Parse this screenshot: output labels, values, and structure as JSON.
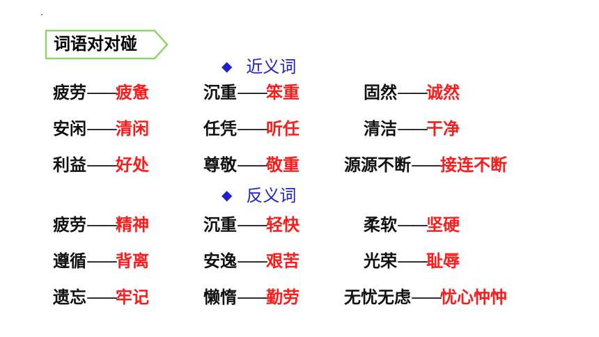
{
  "title": "词语对对碰",
  "synonyms": {
    "label": "近义词",
    "pairs": [
      {
        "word": "疲劳",
        "answer": "疲惫"
      },
      {
        "word": "沉重",
        "answer": "笨重"
      },
      {
        "word": "固然",
        "answer": "诚然"
      },
      {
        "word": "安闲",
        "answer": "清闲"
      },
      {
        "word": "任凭",
        "answer": "听任"
      },
      {
        "word": "清洁",
        "answer": "干净"
      },
      {
        "word": "利益",
        "answer": "好处"
      },
      {
        "word": "尊敬",
        "answer": "敬重"
      },
      {
        "word": "源源不断",
        "answer": "接连不断"
      }
    ]
  },
  "antonyms": {
    "label": "反义词",
    "pairs": [
      {
        "word": "疲劳",
        "answer": "精神"
      },
      {
        "word": "沉重",
        "answer": "轻快"
      },
      {
        "word": "柔软",
        "answer": "坚硬"
      },
      {
        "word": "遵循",
        "answer": "背离"
      },
      {
        "word": "安逸",
        "answer": "艰苦"
      },
      {
        "word": "光荣",
        "answer": "耻辱"
      },
      {
        "word": "遗忘",
        "answer": "牢记"
      },
      {
        "word": "懒惰",
        "answer": "勤劳"
      },
      {
        "word": "无忧无虑",
        "answer": "忧心忡忡"
      }
    ]
  },
  "dash": "——",
  "colors": {
    "answer": "#ff1a1a",
    "heading": "#1f1fcc",
    "tag_border": "#8fd46a"
  }
}
